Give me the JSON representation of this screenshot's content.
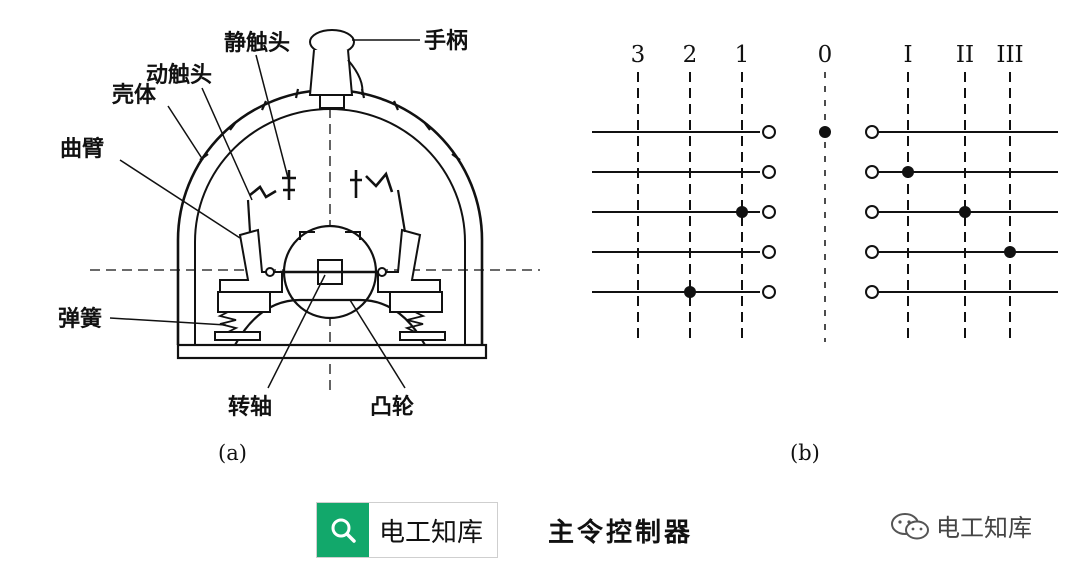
{
  "figure_a": {
    "labels": {
      "handle": "手柄",
      "static_contact": "静触头",
      "moving_contact": "动触头",
      "shell": "壳体",
      "crank_arm": "曲臂",
      "spring": "弹簧",
      "shaft": "转轴",
      "cam": "凸轮"
    },
    "caption": "(a)"
  },
  "figure_b": {
    "positions": [
      "3",
      "2",
      "1",
      "0",
      "I",
      "II",
      "III"
    ],
    "rows": 5,
    "left_dots": [
      [
        2,
        "1"
      ],
      [
        4,
        "2"
      ]
    ],
    "right_dots": [
      [
        1,
        "I"
      ],
      [
        2,
        "II"
      ],
      [
        3,
        "III"
      ]
    ],
    "caption": "(b)"
  },
  "footer": {
    "badge_text": "电工知库",
    "title": "主令控制器",
    "watermark": "电工知库",
    "accent": "#12a86b"
  }
}
